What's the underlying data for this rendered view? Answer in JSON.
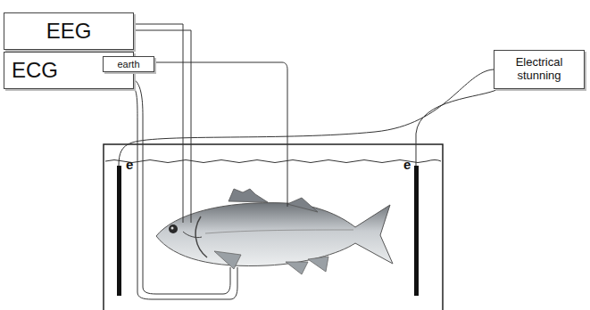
{
  "diagram": {
    "nodes": [
      {
        "text": [
          "EEG"
        ]
      },
      {
        "text": [
          "ECG"
        ]
      },
      {
        "text": [
          "earth"
        ],
        "in": 1
      },
      {
        "text": [
          "Electrical stunning"
        ]
      }
    ],
    "labels": [
      "e",
      "e"
    ]
  }
}
